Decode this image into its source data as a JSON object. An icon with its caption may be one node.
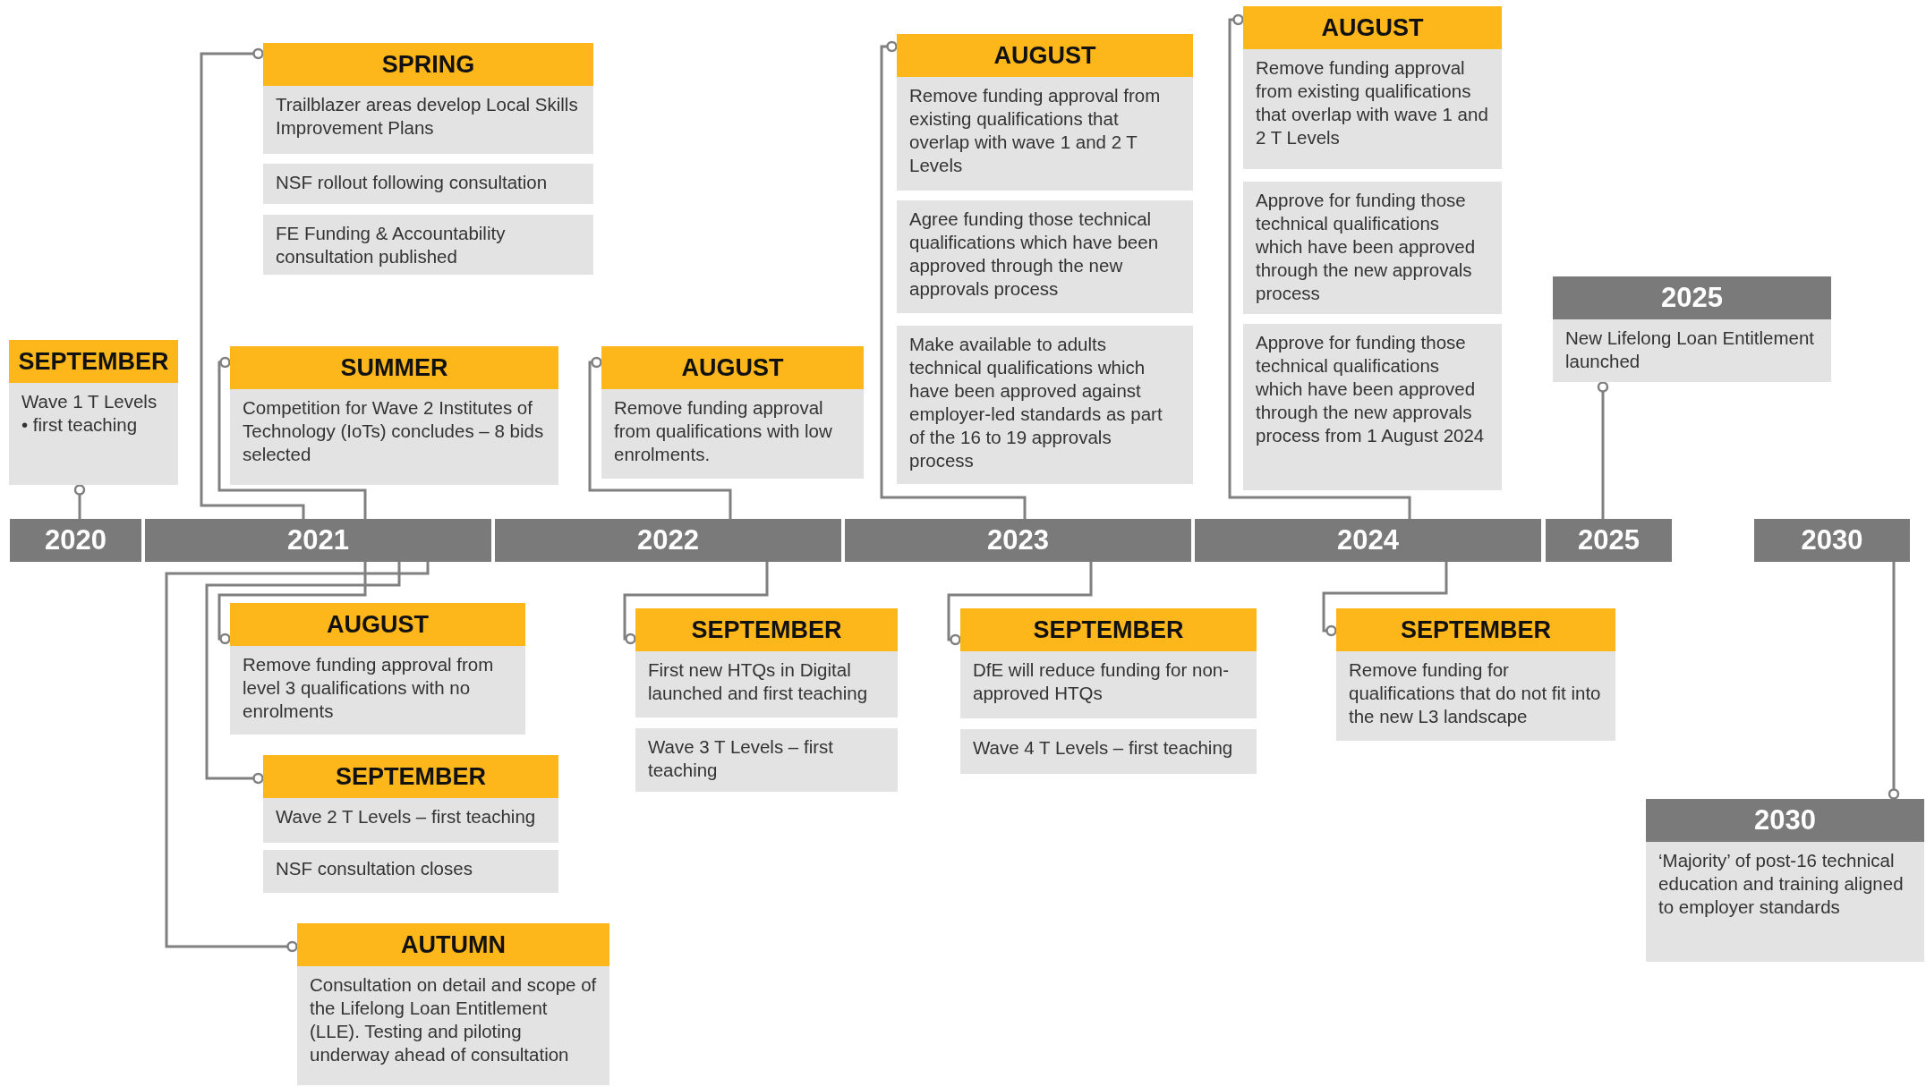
{
  "diagram": {
    "nodes": [
      {
        "text": [
          "SEPTEMBER",
          "Wave 1 T Levels • first teaching"
        ]
      },
      {
        "text": [
          "SPRING",
          "Trailblazer areas develop Local Skills Improvement Plans"
        ]
      },
      {
        "text": [
          "NSF rollout following consultation"
        ]
      },
      {
        "text": [
          "FE Funding & Accountability consultation published"
        ]
      },
      {
        "text": [
          "SUMMER",
          "Competition for Wave 2 Institutes of Technology (IoTs) concludes – 8 bids selected"
        ]
      },
      {
        "text": [
          "AUGUST",
          "Remove funding approval from qualifications with low enrolments."
        ]
      },
      {
        "text": [
          "AUGUST",
          "Remove funding approval from existing qualifications that overlap with wave 1 and 2 T Levels"
        ]
      },
      {
        "text": [
          "Agree funding those technical qualifications which have been approved through the new approvals process"
        ]
      },
      {
        "text": [
          "Make available to adults technical qualifications which have been approved against employer-led standards as part of the 16 to 19 approvals process"
        ]
      },
      {
        "text": [
          "AUGUST",
          "Remove funding approval from existing qualifications that overlap with wave 1 and 2 T Levels"
        ]
      },
      {
        "text": [
          "Approve for funding those technical qualifications which have been approved through the new approvals process"
        ]
      },
      {
        "text": [
          "Approve for funding those technical qualifications which have been approved through the new approvals process from 1 August 2024"
        ]
      },
      {
        "text": [
          "2025",
          "New Lifelong Loan Entitlement launched"
        ]
      },
      {
        "text": [
          "AUGUST",
          "Remove funding approval from level 3 qualifications with no enrolments"
        ]
      },
      {
        "text": [
          "SEPTEMBER",
          "Wave 2 T Levels – first teaching"
        ]
      },
      {
        "text": [
          "NSF consultation closes"
        ]
      },
      {
        "text": [
          "AUTUMN",
          "Consultation on detail and scope of the Lifelong Loan Entitlement (LLE). Testing and piloting underway ahead of consultation"
        ]
      },
      {
        "text": [
          "SEPTEMBER",
          "First new HTQs in Digital launched and first teaching"
        ]
      },
      {
        "text": [
          "Wave 3 T Levels – first teaching"
        ]
      },
      {
        "text": [
          "SEPTEMBER",
          "DfE will reduce funding for non-approved HTQs"
        ]
      },
      {
        "text": [
          "Wave 4 T Levels – first teaching"
        ]
      },
      {
        "text": [
          "SEPTEMBER",
          "Remove funding for qualifications that do not fit into the new L3 landscape"
        ]
      },
      {
        "text": [
          "2030",
          "‘Majority’ of post-16 technical education and training aligned to employer standards"
        ]
      },
      {
        "text": [
          "2020"
        ]
      },
      {
        "text": [
          "2021"
        ]
      },
      {
        "text": [
          "2022"
        ]
      },
      {
        "text": [
          "2023"
        ]
      },
      {
        "text": [
          "2024"
        ]
      },
      {
        "text": [
          "2025"
        ]
      },
      {
        "text": [
          "2030"
        ]
      }
    ],
    "edges": [
      {
        "from": 23,
        "to": 0,
        "arrow": "other"
      },
      {
        "from": 24,
        "to": 1,
        "arrow": "other"
      },
      {
        "from": 24,
        "to": 4,
        "arrow": "other"
      },
      {
        "from": 25,
        "to": 5,
        "arrow": "other"
      },
      {
        "from": 26,
        "to": 6,
        "arrow": "other"
      },
      {
        "from": 27,
        "to": 9,
        "arrow": "other"
      },
      {
        "from": 28,
        "to": 12,
        "arrow": "other"
      },
      {
        "from": 24,
        "to": 13,
        "arrow": "other"
      },
      {
        "from": 24,
        "to": 14,
        "arrow": "other"
      },
      {
        "from": 24,
        "to": 16,
        "arrow": "other"
      },
      {
        "from": 25,
        "to": 17,
        "arrow": "other"
      },
      {
        "from": 26,
        "to": 19,
        "arrow": "other"
      },
      {
        "from": 27,
        "to": 21,
        "arrow": "other"
      },
      {
        "from": 29,
        "to": 22,
        "arrow": "other"
      }
    ]
  }
}
